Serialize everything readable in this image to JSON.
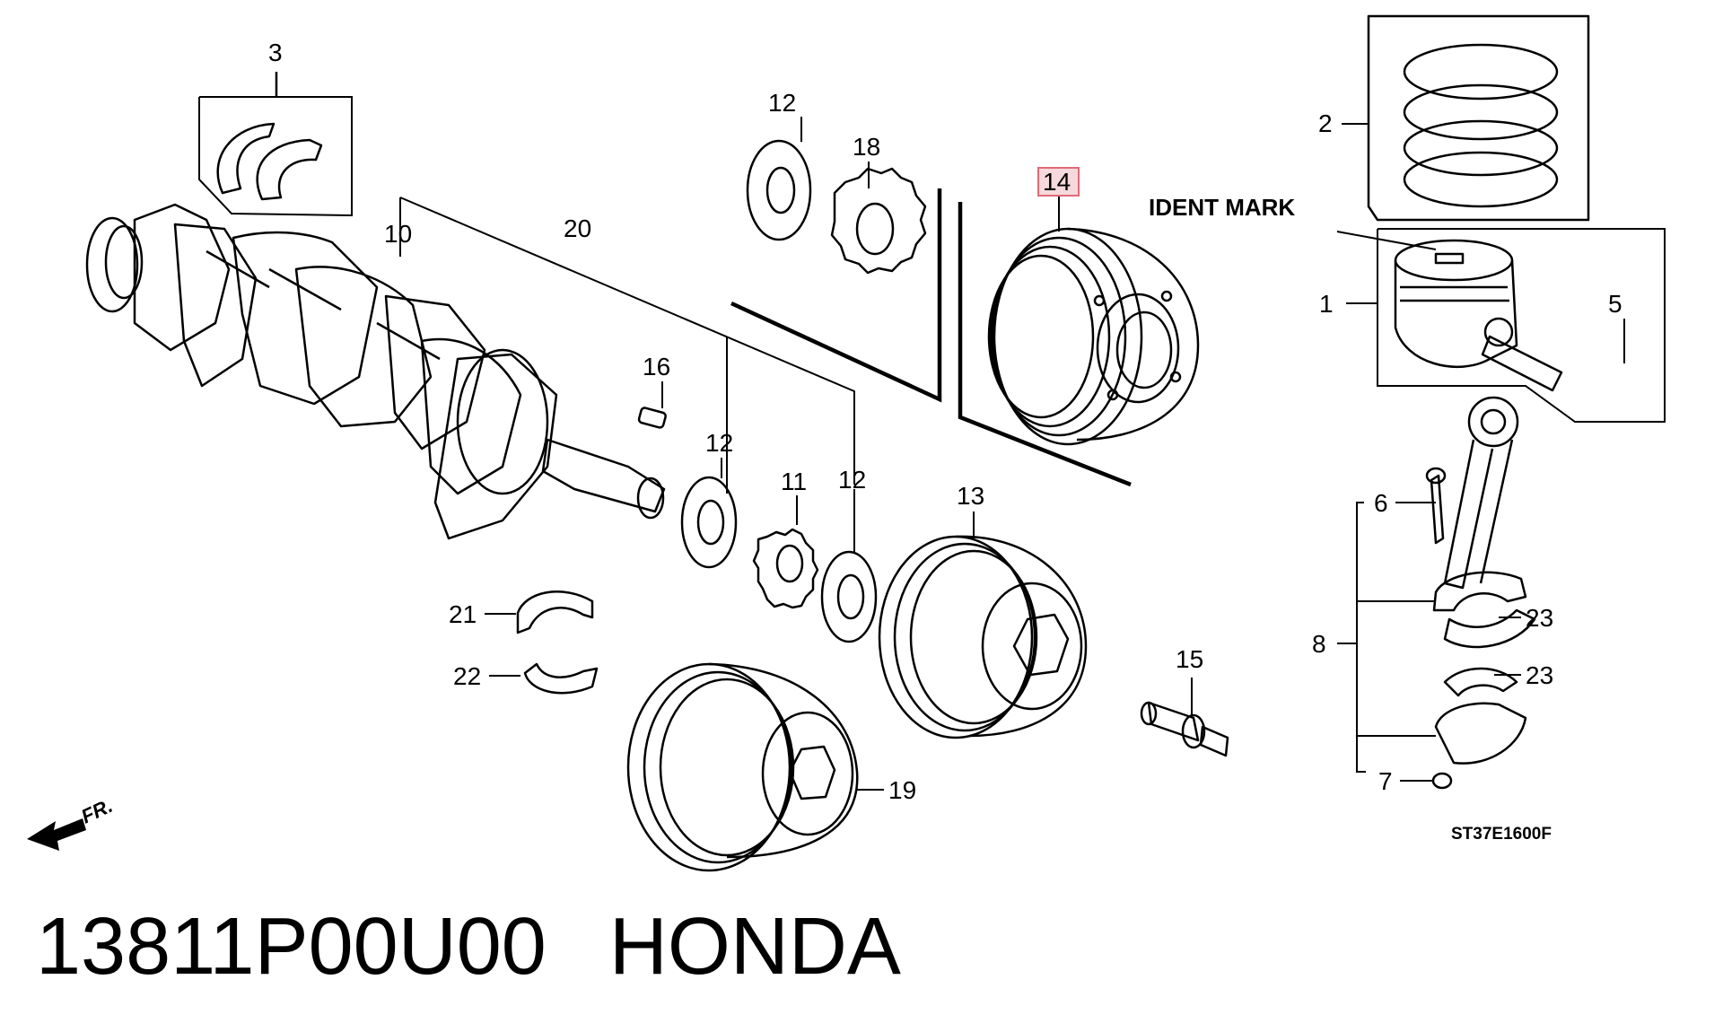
{
  "diagram": {
    "ident_mark": "IDENT MARK",
    "figure_code": "ST37E1600F",
    "direction": "FR.",
    "highlight_color": "#e06a78",
    "callouts": {
      "c1": "1",
      "c2": "2",
      "c3": "3",
      "c5": "5",
      "c6": "6",
      "c7": "7",
      "c8": "8",
      "c10": "10",
      "c11": "11",
      "c12a": "12",
      "c12b": "12",
      "c12c": "12",
      "c13": "13",
      "c14": "14",
      "c15": "15",
      "c16": "16",
      "c18": "18",
      "c19": "19",
      "c20": "20",
      "c21": "21",
      "c22": "22",
      "c23a": "23",
      "c23b": "23"
    }
  },
  "caption": {
    "part_number": "13811P00U00",
    "brand": "HONDA"
  }
}
